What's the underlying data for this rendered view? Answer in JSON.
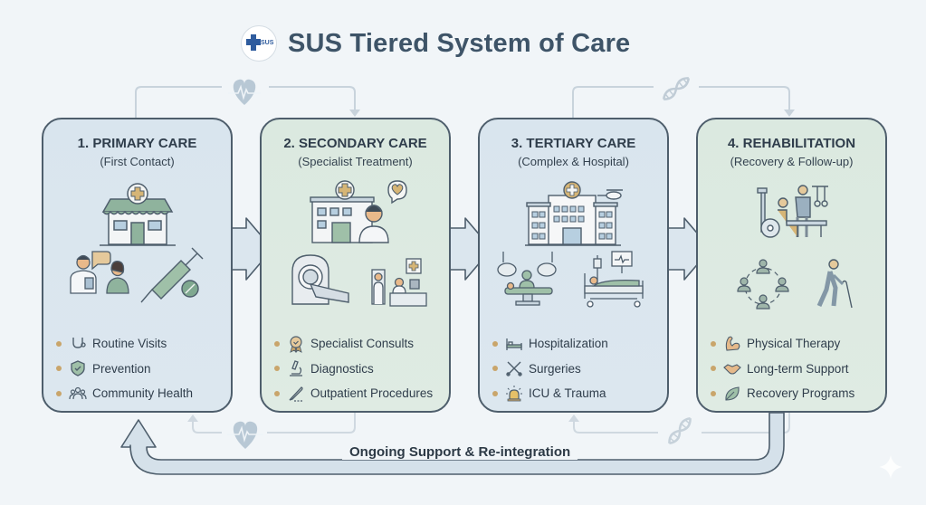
{
  "header": {
    "title": "SUS Tiered System of Care",
    "logo_text": "SUS",
    "logo_icon": "sus-cross-logo"
  },
  "colors": {
    "background": "#f1f5f8",
    "panel_blue": "#d9e5ee",
    "panel_green": "#dbe9e0",
    "border": "#4e5e6c",
    "bullet": "#c9a56b",
    "accent_green": "#7fa890",
    "accent_gold": "#c9a56b",
    "title": "#3e5468"
  },
  "tiers": [
    {
      "title": "1. PRIMARY CARE",
      "subtitle": "(First Contact)",
      "illustrations": [
        "clinic-building-icon",
        "doctor-patient-consultation-icon",
        "vaccine-syringe-icon"
      ],
      "items": [
        {
          "label": "Routine Visits",
          "icon": "stethoscope-icon"
        },
        {
          "label": "Prevention",
          "icon": "shield-check-icon"
        },
        {
          "label": "Community Health",
          "icon": "community-group-icon"
        }
      ]
    },
    {
      "title": "2. SECONDARY CARE",
      "subtitle": "(Specialist Treatment)",
      "illustrations": [
        "specialist-building-doctor-icon",
        "mri-scanner-icon",
        "outpatient-desk-icon"
      ],
      "items": [
        {
          "label": "Specialist Consults",
          "icon": "award-ribbon-icon"
        },
        {
          "label": "Diagnostics",
          "icon": "microscope-icon"
        },
        {
          "label": "Outpatient Procedures",
          "icon": "scalpel-icon"
        }
      ]
    },
    {
      "title": "3. TERTIARY CARE",
      "subtitle": "(Complex & Hospital)",
      "illustrations": [
        "hospital-helicopter-icon",
        "surgery-table-icon",
        "hospital-bed-monitor-icon"
      ],
      "items": [
        {
          "label": "Hospitalization",
          "icon": "bed-icon"
        },
        {
          "label": "Surgeries",
          "icon": "surgical-tools-icon"
        },
        {
          "label": "ICU & Trauma",
          "icon": "siren-icon"
        }
      ]
    },
    {
      "title": "4. REHABILITATION",
      "subtitle": "(Recovery & Follow-up)",
      "illustrations": [
        "physiotherapy-wheelchair-icon",
        "support-circle-icon",
        "walking-cane-icon"
      ],
      "items": [
        {
          "label": "Physical Therapy",
          "icon": "flexed-arm-icon"
        },
        {
          "label": "Long-term Support",
          "icon": "handshake-icon"
        },
        {
          "label": "Recovery Programs",
          "icon": "leaf-icon"
        }
      ]
    }
  ],
  "connectors": {
    "top_left_icon": "heartbeat-icon",
    "top_right_icon": "dna-icon",
    "bottom_left_icon": "heartbeat-icon",
    "bottom_right_icon": "dna-icon"
  },
  "loop_label": "Ongoing Support & Re-integration"
}
